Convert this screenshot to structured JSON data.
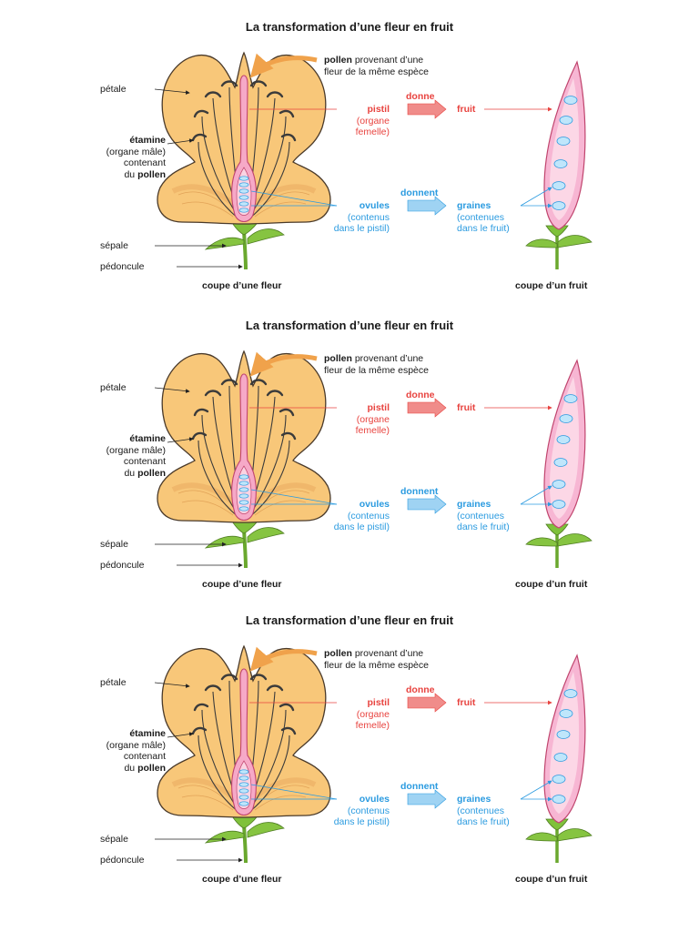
{
  "colors": {
    "petal_fill": "#f8c779",
    "petal_edge": "#4a3a2a",
    "pistil_fill": "#f6a9c7",
    "fruit_fill": "#f7b6d3",
    "ovule_fill": "#bfe6fb",
    "stem": "#7dbb3a",
    "red_label": "#e8433f",
    "blue_label": "#2b9be0",
    "pollen_arrow": "#f0a24b"
  },
  "panels": [
    {
      "title": "La transformation d’une fleur en fruit",
      "pollen_bold": "pollen",
      "pollen_rest": " provenant d’une",
      "pollen_line2": "fleur de la même espèce",
      "petale": "pétale",
      "etamine_bold": "étamine",
      "etamine_line2": "(organe mâle)",
      "etamine_line3": "contenant",
      "etamine_du": "du ",
      "etamine_pollen": "pollen",
      "sepale": "sépale",
      "pedoncule": "pédoncule",
      "pistil": "pistil",
      "pistil_line2": "(organe",
      "pistil_line3": "femelle)",
      "ovules": "ovules",
      "ovules_line2": "(contenus",
      "ovules_line3": "dans le pistil)",
      "donne": "donne",
      "donnent": "donnent",
      "fruit": "fruit",
      "graines": "graines",
      "graines_line2": "(contenues",
      "graines_line3": "dans le fruit)",
      "caption_flower": "coupe d’une fleur",
      "caption_fruit": "coupe d’un fruit"
    },
    {
      "title": "La transformation d’une fleur en fruit",
      "pollen_bold": "pollen",
      "pollen_rest": " provenant d’une",
      "pollen_line2": "fleur de la même espèce",
      "petale": "pétale",
      "etamine_bold": "étamine",
      "etamine_line2": "(organe mâle)",
      "etamine_line3": "contenant",
      "etamine_du": "du ",
      "etamine_pollen": "pollen",
      "sepale": "sépale",
      "pedoncule": "pédoncule",
      "pistil": "pistil",
      "pistil_line2": "(organe",
      "pistil_line3": "femelle)",
      "ovules": "ovules",
      "ovules_line2": "(contenus",
      "ovules_line3": "dans le pistil)",
      "donne": "donne",
      "donnent": "donnent",
      "fruit": "fruit",
      "graines": "graines",
      "graines_line2": "(contenues",
      "graines_line3": "dans le fruit)",
      "caption_flower": "coupe d’une fleur",
      "caption_fruit": "coupe d’un fruit"
    },
    {
      "title": "La transformation d’une fleur en fruit",
      "pollen_bold": "pollen",
      "pollen_rest": " provenant d’une",
      "pollen_line2": "fleur de la même espèce",
      "petale": "pétale",
      "etamine_bold": "étamine",
      "etamine_line2": "(organe mâle)",
      "etamine_line3": "contenant",
      "etamine_du": "du ",
      "etamine_pollen": "pollen",
      "sepale": "sépale",
      "pedoncule": "pédoncule",
      "pistil": "pistil",
      "pistil_line2": "(organe",
      "pistil_line3": "femelle)",
      "ovules": "ovules",
      "ovules_line2": "(contenus",
      "ovules_line3": "dans le pistil)",
      "donne": "donne",
      "donnent": "donnent",
      "fruit": "fruit",
      "graines": "graines",
      "graines_line2": "(contenues",
      "graines_line3": "dans le fruit)",
      "caption_flower": "coupe d’une fleur",
      "caption_fruit": "coupe d’un fruit"
    }
  ]
}
